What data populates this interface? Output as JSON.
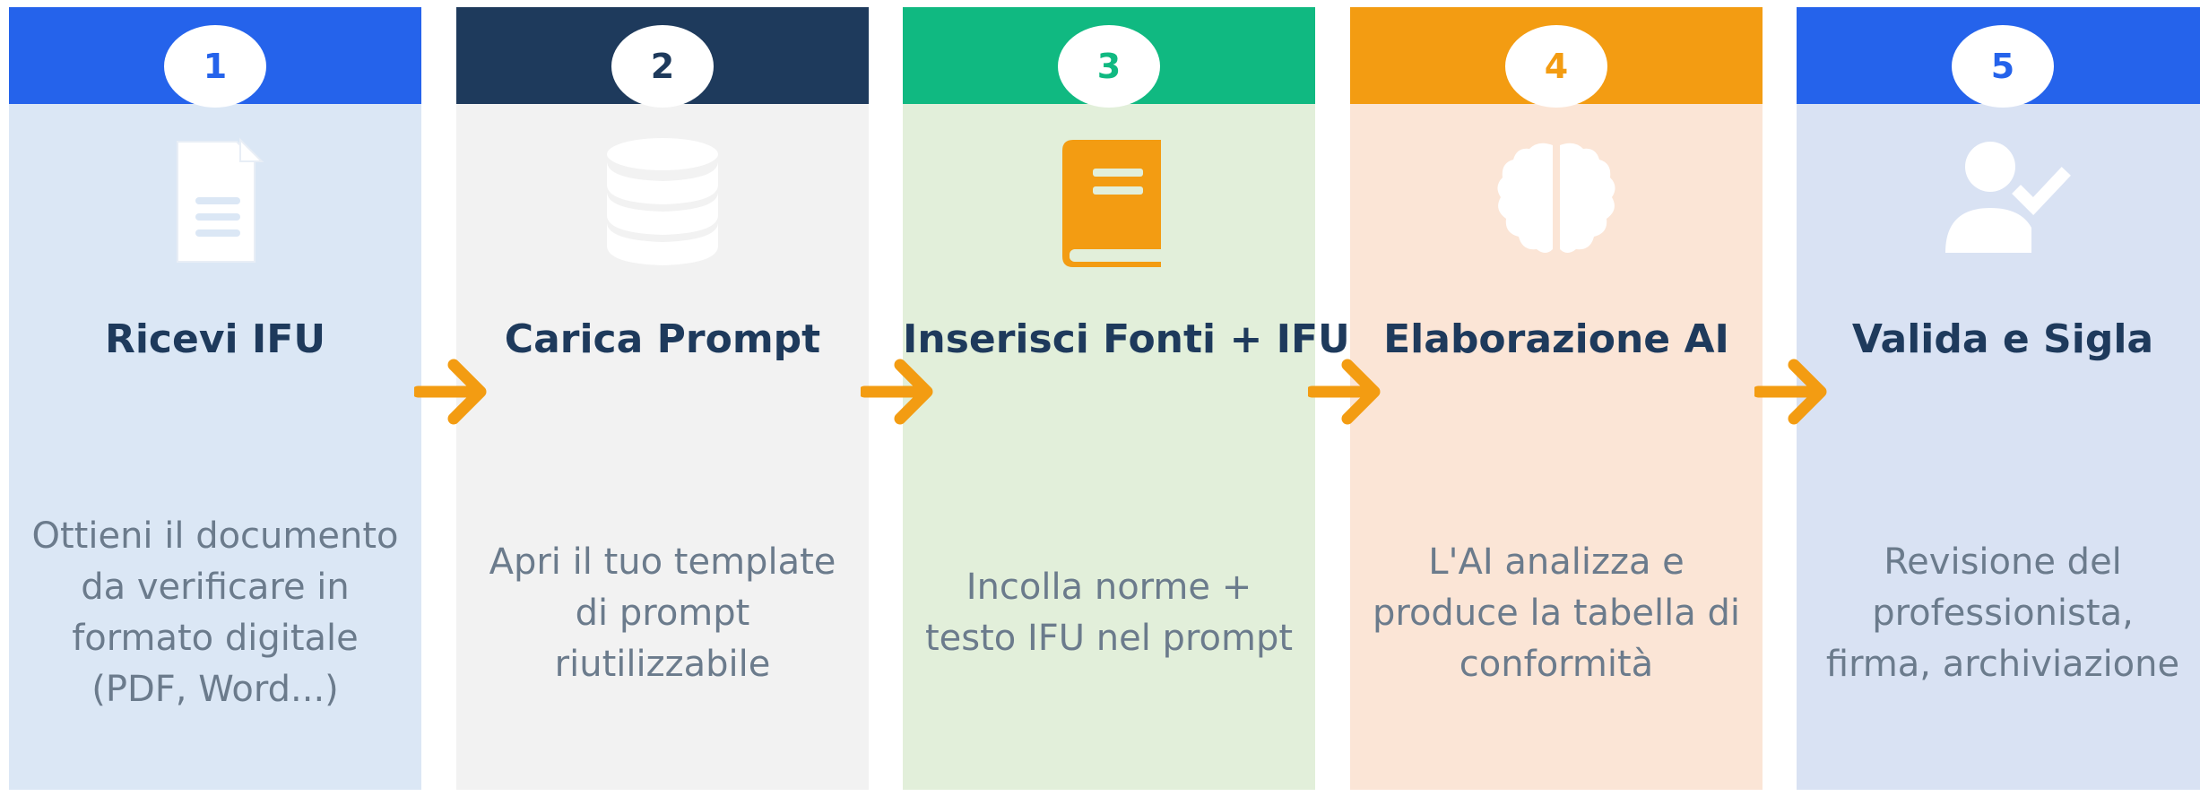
{
  "colors": {
    "title": "#1e3a5c",
    "description": "#6b7b8c",
    "arrow": "#f39c12"
  },
  "steps": [
    {
      "number": "1",
      "header_color": "#2563eb",
      "body_color": "#dbe7f5",
      "number_color": "#2563eb",
      "icon": "document-icon",
      "title": "Ricevi IFU",
      "description": [
        "Ottieni il documento",
        "da verificare in",
        "formato digitale",
        "(PDF, Word...)"
      ]
    },
    {
      "number": "2",
      "header_color": "#1e3a5c",
      "body_color": "#f2f2f2",
      "number_color": "#1e3a5c",
      "icon": "database-icon",
      "title": "Carica Prompt",
      "description": [
        "Apri il tuo template",
        "di prompt",
        "riutilizzabile"
      ]
    },
    {
      "number": "3",
      "header_color": "#10b981",
      "body_color": "#e2efda",
      "number_color": "#10b981",
      "icon": "book-icon",
      "title": "Inserisci Fonti + IFU",
      "description": [
        "Incolla norme +",
        "testo IFU nel prompt"
      ]
    },
    {
      "number": "4",
      "header_color": "#f39c12",
      "body_color": "#fbe5d6",
      "number_color": "#f39c12",
      "icon": "brain-icon",
      "title": "Elaborazione AI",
      "description": [
        "L'AI analizza e",
        "produce la tabella di",
        "conformità"
      ]
    },
    {
      "number": "5",
      "header_color": "#2563eb",
      "body_color": "#d9e2f3",
      "number_color": "#2563eb",
      "icon": "user-check-icon",
      "title": "Valida e Sigla",
      "description": [
        "Revisione del",
        "professionista,",
        "firma, archiviazione"
      ]
    }
  ]
}
